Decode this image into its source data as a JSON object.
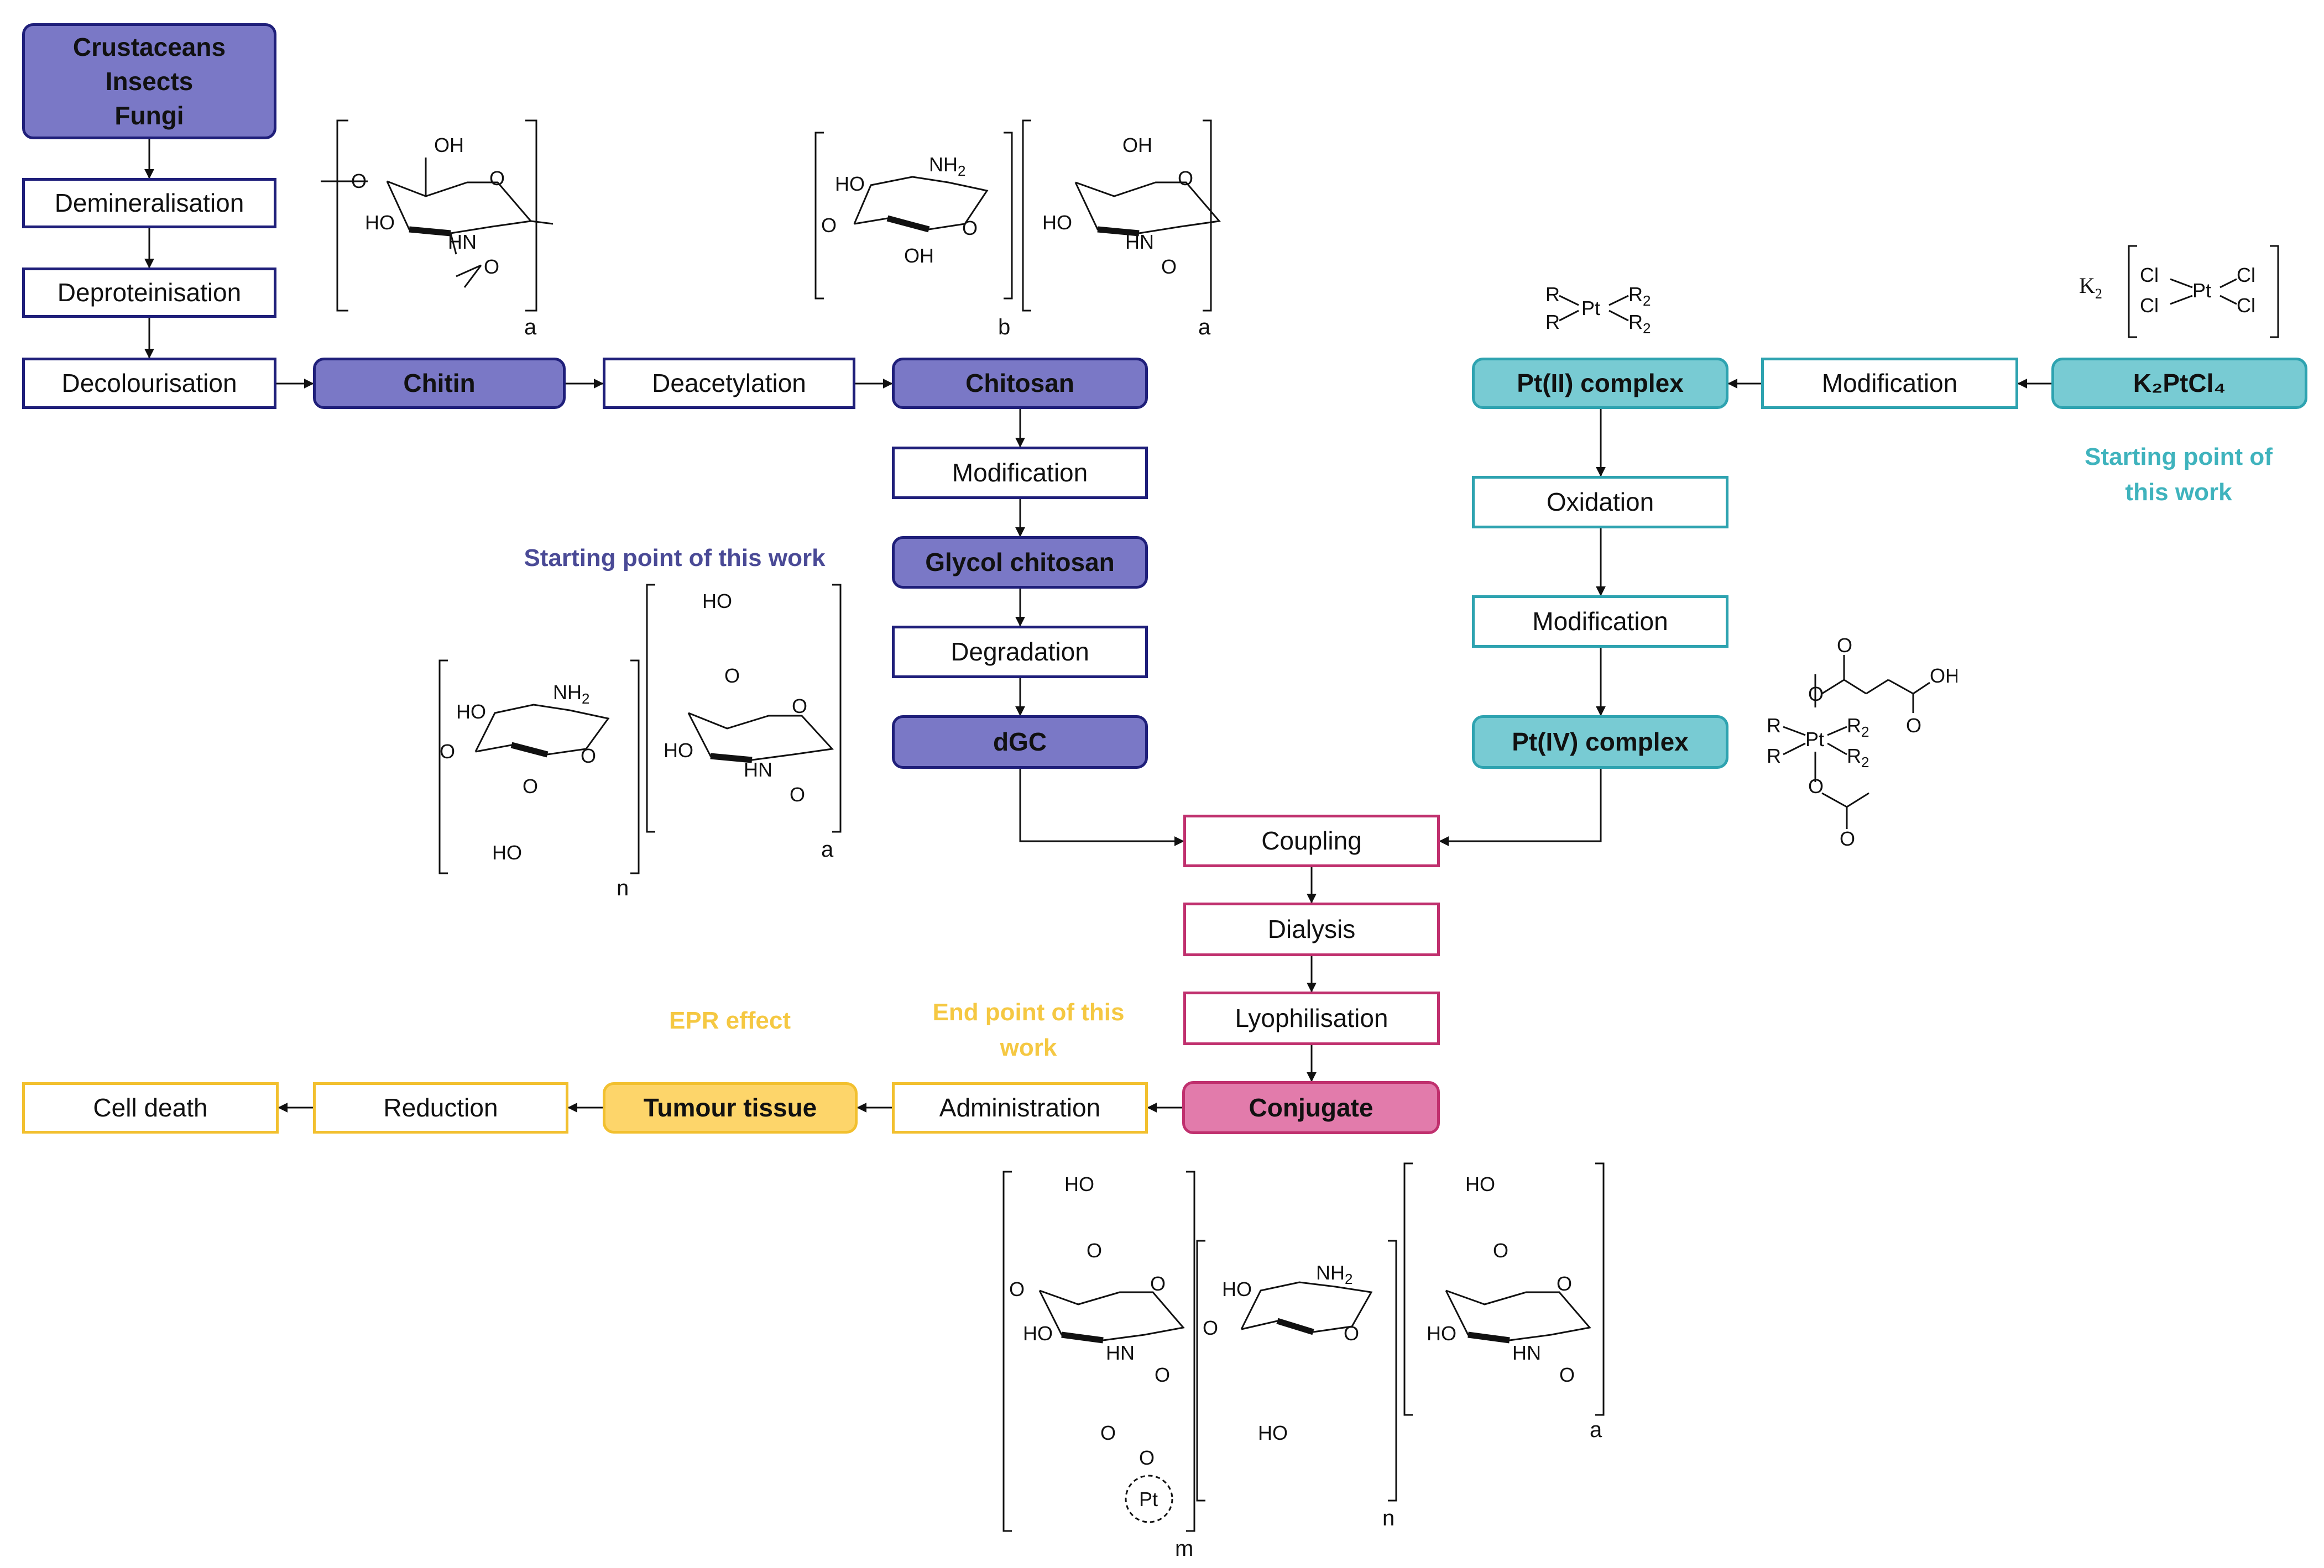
{
  "colors": {
    "navy": "#1f1f7a",
    "navy_fill": "#7a78c6",
    "teal": "#2ea3b0",
    "teal_fill": "#78cbd3",
    "pink": "#c0306e",
    "pink_fill": "#e27bab",
    "gold": "#f2c02f",
    "gold_fill": "#fdd56a"
  },
  "boxes": {
    "sources": [
      "Crustaceans",
      "Insects",
      "Fungi"
    ],
    "demineralisation": "Demineralisation",
    "deproteinisation": "Deproteinisation",
    "decolourisation": "Decolourisation",
    "chitin": "Chitin",
    "deacetylation": "Deacetylation",
    "chitosan": "Chitosan",
    "modification_chitosan": "Modification",
    "glycol_chitosan": "Glycol chitosan",
    "degradation": "Degradation",
    "dgc": "dGC",
    "pt2_complex": "Pt(II) complex",
    "modification_pt": "Modification",
    "k2ptcl4": "K₂PtCl₄",
    "oxidation": "Oxidation",
    "modification_pt4": "Modification",
    "pt4_complex": "Pt(IV) complex",
    "coupling": "Coupling",
    "dialysis": "Dialysis",
    "lyophilisation": "Lyophilisation",
    "conjugate": "Conjugate",
    "administration": "Administration",
    "tumour_tissue": "Tumour tissue",
    "reduction": "Reduction",
    "cell_death": "Cell death"
  },
  "notes": {
    "start_navy": "Starting point of this work",
    "start_teal": [
      "Starting point of",
      "this work"
    ],
    "epr": "EPR effect",
    "end_point": [
      "End point of this",
      "work"
    ]
  },
  "structures": {
    "chitin": {
      "labels": [
        "OH",
        "O",
        "HO",
        "HN",
        "O",
        "O"
      ],
      "subscript": "a"
    },
    "chitosan": {
      "labels": [
        "HO",
        "NH",
        "O",
        "O",
        "OH",
        "OH",
        "O",
        "HO",
        "HN",
        "O"
      ],
      "subscripts": [
        "b",
        "a"
      ],
      "nh_sub": "2"
    },
    "glycol_chitosan": {
      "labels": [
        "HO",
        "NH",
        "O",
        "O",
        "O",
        "HO",
        "HO",
        "O",
        "O",
        "HO",
        "HN",
        "O"
      ],
      "subscripts": [
        "n",
        "a"
      ],
      "nh_sub": "2"
    },
    "pt2": {
      "labels": [
        "R",
        "R",
        "Pt",
        "R",
        "R"
      ],
      "r_sub": "2"
    },
    "k2ptcl4": {
      "labels": [
        "K",
        "Cl",
        "Cl",
        "Pt",
        "Cl",
        "Cl"
      ],
      "k_sub": "2"
    },
    "pt4": {
      "labels": [
        "O",
        "O",
        "OH",
        "O",
        "R",
        "R",
        "Pt",
        "R",
        "R",
        "O",
        "O"
      ],
      "r_sub": "2"
    },
    "conjugate": {
      "labels": [
        "HO",
        "O",
        "O",
        "O",
        "HO",
        "HN",
        "O",
        "O",
        "O",
        "Pt",
        "HO",
        "NH",
        "O",
        "O",
        "HO",
        "HO",
        "O",
        "O",
        "HO",
        "HN",
        "O"
      ],
      "subscripts": [
        "m",
        "n",
        "a"
      ],
      "nh_sub": "2"
    }
  }
}
